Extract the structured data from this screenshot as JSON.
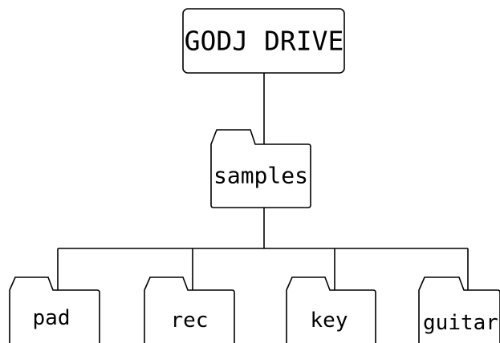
{
  "root": {
    "label": "GODJ DRIVE"
  },
  "parent_folder": {
    "label": "samples"
  },
  "child_folders": [
    {
      "label": "pad"
    },
    {
      "label": "rec"
    },
    {
      "label": "key"
    },
    {
      "label": "guitar"
    }
  ],
  "colors": {
    "line": "#000000",
    "background": "#ffffff"
  }
}
